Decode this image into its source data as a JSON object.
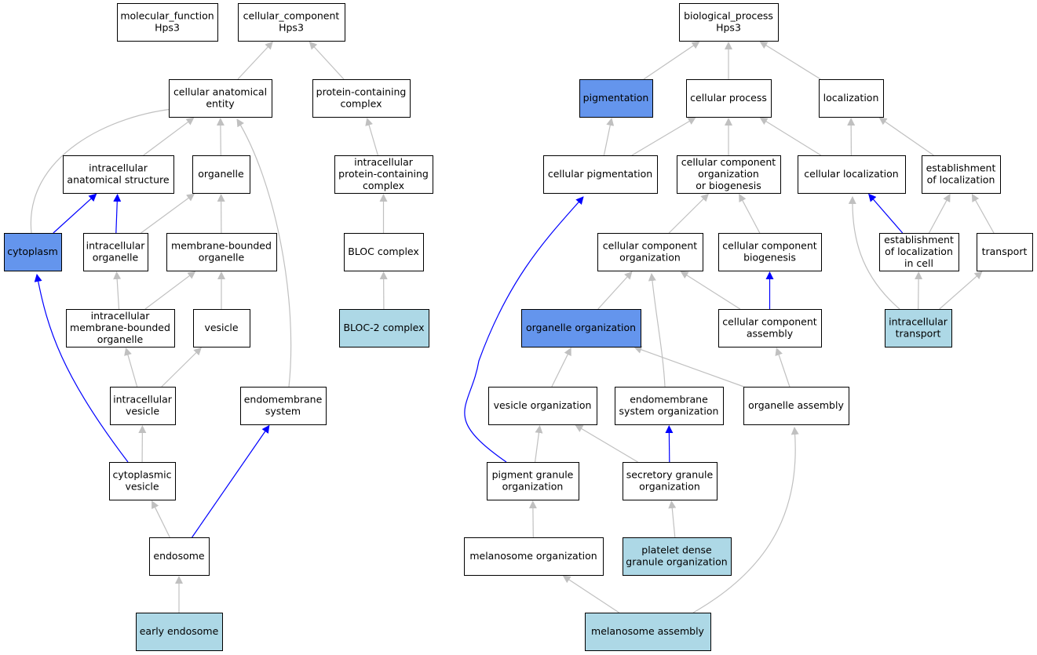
{
  "colors": {
    "plain": "#ffffff",
    "highlight": "#6495ed",
    "annotated": "#add8e6",
    "edge_default": "#c0c0c0",
    "edge_direct": "#0000ff"
  },
  "nodes": [
    {
      "id": "mf_root",
      "lines": [
        "molecular_function",
        "Hps3"
      ],
      "style": "plain"
    },
    {
      "id": "cc_root",
      "lines": [
        "cellular_component",
        "Hps3"
      ],
      "style": "plain"
    },
    {
      "id": "bp_root",
      "lines": [
        "biological_process",
        "Hps3"
      ],
      "style": "plain"
    },
    {
      "id": "cae",
      "lines": [
        "cellular anatomical",
        "entity"
      ],
      "style": "plain"
    },
    {
      "id": "pcc",
      "lines": [
        "protein-containing",
        "complex"
      ],
      "style": "plain"
    },
    {
      "id": "ias",
      "lines": [
        "intracellular",
        "anatomical structure"
      ],
      "style": "plain"
    },
    {
      "id": "organelle",
      "lines": [
        "organelle"
      ],
      "style": "plain"
    },
    {
      "id": "ipcc",
      "lines": [
        "intracellular",
        "protein-containing",
        "complex"
      ],
      "style": "plain"
    },
    {
      "id": "cytoplasm",
      "lines": [
        "cytoplasm"
      ],
      "style": "highlight"
    },
    {
      "id": "iorg",
      "lines": [
        "intracellular",
        "organelle"
      ],
      "style": "plain"
    },
    {
      "id": "mbo",
      "lines": [
        "membrane-bounded",
        "organelle"
      ],
      "style": "plain"
    },
    {
      "id": "bloc",
      "lines": [
        "BLOC complex"
      ],
      "style": "plain"
    },
    {
      "id": "imbo",
      "lines": [
        "intracellular",
        "membrane-bounded",
        "organelle"
      ],
      "style": "plain"
    },
    {
      "id": "vesicle",
      "lines": [
        "vesicle"
      ],
      "style": "plain"
    },
    {
      "id": "bloc2",
      "lines": [
        "BLOC-2 complex"
      ],
      "style": "annotated"
    },
    {
      "id": "ivesicle",
      "lines": [
        "intracellular",
        "vesicle"
      ],
      "style": "plain"
    },
    {
      "id": "endomem",
      "lines": [
        "endomembrane",
        "system"
      ],
      "style": "plain"
    },
    {
      "id": "cvesicle",
      "lines": [
        "cytoplasmic",
        "vesicle"
      ],
      "style": "plain"
    },
    {
      "id": "endosome",
      "lines": [
        "endosome"
      ],
      "style": "plain"
    },
    {
      "id": "early_endo",
      "lines": [
        "early endosome"
      ],
      "style": "annotated"
    },
    {
      "id": "pigmentation",
      "lines": [
        "pigmentation"
      ],
      "style": "highlight"
    },
    {
      "id": "cproc",
      "lines": [
        "cellular process"
      ],
      "style": "plain"
    },
    {
      "id": "localization",
      "lines": [
        "localization"
      ],
      "style": "plain"
    },
    {
      "id": "cpig",
      "lines": [
        "cellular pigmentation"
      ],
      "style": "plain"
    },
    {
      "id": "ccob",
      "lines": [
        "cellular component",
        "organization",
        "or biogenesis"
      ],
      "style": "plain"
    },
    {
      "id": "cloc",
      "lines": [
        "cellular localization"
      ],
      "style": "plain"
    },
    {
      "id": "estloc",
      "lines": [
        "establishment",
        "of localization"
      ],
      "style": "plain"
    },
    {
      "id": "cco",
      "lines": [
        "cellular component",
        "organization"
      ],
      "style": "plain"
    },
    {
      "id": "ccb",
      "lines": [
        "cellular component",
        "biogenesis"
      ],
      "style": "plain"
    },
    {
      "id": "estloc_cell",
      "lines": [
        "establishment",
        "of localization",
        "in cell"
      ],
      "style": "plain"
    },
    {
      "id": "transport",
      "lines": [
        "transport"
      ],
      "style": "plain"
    },
    {
      "id": "orgorg",
      "lines": [
        "organelle organization"
      ],
      "style": "highlight"
    },
    {
      "id": "cca",
      "lines": [
        "cellular component",
        "assembly"
      ],
      "style": "plain"
    },
    {
      "id": "ictransport",
      "lines": [
        "intracellular",
        "transport"
      ],
      "style": "annotated"
    },
    {
      "id": "vesorg",
      "lines": [
        "vesicle organization"
      ],
      "style": "plain"
    },
    {
      "id": "endomem_org",
      "lines": [
        "endomembrane",
        "system organization"
      ],
      "style": "plain"
    },
    {
      "id": "orgasm",
      "lines": [
        "organelle assembly"
      ],
      "style": "plain"
    },
    {
      "id": "pgo",
      "lines": [
        "pigment granule",
        "organization"
      ],
      "style": "plain"
    },
    {
      "id": "sgo",
      "lines": [
        "secretory granule",
        "organization"
      ],
      "style": "plain"
    },
    {
      "id": "melorg",
      "lines": [
        "melanosome organization"
      ],
      "style": "plain"
    },
    {
      "id": "pdgo",
      "lines": [
        "platelet dense",
        "granule organization"
      ],
      "style": "annotated"
    },
    {
      "id": "melasm",
      "lines": [
        "melanosome assembly"
      ],
      "style": "annotated"
    }
  ],
  "edges": [
    {
      "from": "cae",
      "to": "cc_root",
      "kind": "default"
    },
    {
      "from": "pcc",
      "to": "cc_root",
      "kind": "default"
    },
    {
      "from": "ias",
      "to": "cae",
      "kind": "default"
    },
    {
      "from": "organelle",
      "to": "cae",
      "kind": "default"
    },
    {
      "from": "cytoplasm",
      "to": "cae",
      "kind": "default"
    },
    {
      "from": "endomem",
      "to": "cae",
      "kind": "default"
    },
    {
      "from": "ipcc",
      "to": "pcc",
      "kind": "default"
    },
    {
      "from": "cytoplasm",
      "to": "ias",
      "kind": "direct"
    },
    {
      "from": "iorg",
      "to": "ias",
      "kind": "direct"
    },
    {
      "from": "iorg",
      "to": "organelle",
      "kind": "default"
    },
    {
      "from": "mbo",
      "to": "organelle",
      "kind": "default"
    },
    {
      "from": "bloc",
      "to": "ipcc",
      "kind": "default"
    },
    {
      "from": "imbo",
      "to": "iorg",
      "kind": "default"
    },
    {
      "from": "imbo",
      "to": "mbo",
      "kind": "default"
    },
    {
      "from": "vesicle",
      "to": "mbo",
      "kind": "default"
    },
    {
      "from": "bloc2",
      "to": "bloc",
      "kind": "default"
    },
    {
      "from": "ivesicle",
      "to": "imbo",
      "kind": "default"
    },
    {
      "from": "ivesicle",
      "to": "vesicle",
      "kind": "default"
    },
    {
      "from": "cvesicle",
      "to": "ivesicle",
      "kind": "default"
    },
    {
      "from": "cvesicle",
      "to": "cytoplasm",
      "kind": "direct"
    },
    {
      "from": "endosome",
      "to": "cvesicle",
      "kind": "default"
    },
    {
      "from": "endosome",
      "to": "endomem",
      "kind": "direct"
    },
    {
      "from": "early_endo",
      "to": "endosome",
      "kind": "default"
    },
    {
      "from": "pigmentation",
      "to": "bp_root",
      "kind": "default"
    },
    {
      "from": "cproc",
      "to": "bp_root",
      "kind": "default"
    },
    {
      "from": "localization",
      "to": "bp_root",
      "kind": "default"
    },
    {
      "from": "cpig",
      "to": "pigmentation",
      "kind": "default"
    },
    {
      "from": "cpig",
      "to": "cproc",
      "kind": "default"
    },
    {
      "from": "ccob",
      "to": "cproc",
      "kind": "default"
    },
    {
      "from": "cloc",
      "to": "cproc",
      "kind": "default"
    },
    {
      "from": "cloc",
      "to": "localization",
      "kind": "default"
    },
    {
      "from": "estloc",
      "to": "localization",
      "kind": "default"
    },
    {
      "from": "cco",
      "to": "ccob",
      "kind": "default"
    },
    {
      "from": "ccb",
      "to": "ccob",
      "kind": "default"
    },
    {
      "from": "estloc_cell",
      "to": "cloc",
      "kind": "direct"
    },
    {
      "from": "estloc_cell",
      "to": "estloc",
      "kind": "default"
    },
    {
      "from": "transport",
      "to": "estloc",
      "kind": "default"
    },
    {
      "from": "orgorg",
      "to": "cco",
      "kind": "default"
    },
    {
      "from": "cca",
      "to": "cco",
      "kind": "default"
    },
    {
      "from": "cca",
      "to": "ccb",
      "kind": "direct"
    },
    {
      "from": "endomem_org",
      "to": "cco",
      "kind": "default"
    },
    {
      "from": "ictransport",
      "to": "cloc",
      "kind": "default"
    },
    {
      "from": "ictransport",
      "to": "estloc_cell",
      "kind": "default"
    },
    {
      "from": "ictransport",
      "to": "transport",
      "kind": "default"
    },
    {
      "from": "vesorg",
      "to": "orgorg",
      "kind": "default"
    },
    {
      "from": "orgasm",
      "to": "orgorg",
      "kind": "default"
    },
    {
      "from": "orgasm",
      "to": "cca",
      "kind": "default"
    },
    {
      "from": "pgo",
      "to": "vesorg",
      "kind": "default"
    },
    {
      "from": "pgo",
      "to": "cpig",
      "kind": "direct"
    },
    {
      "from": "sgo",
      "to": "vesorg",
      "kind": "default"
    },
    {
      "from": "sgo",
      "to": "endomem_org",
      "kind": "direct"
    },
    {
      "from": "melorg",
      "to": "pgo",
      "kind": "default"
    },
    {
      "from": "pdgo",
      "to": "sgo",
      "kind": "default"
    },
    {
      "from": "melasm",
      "to": "melorg",
      "kind": "default"
    },
    {
      "from": "melasm",
      "to": "orgasm",
      "kind": "default"
    }
  ]
}
